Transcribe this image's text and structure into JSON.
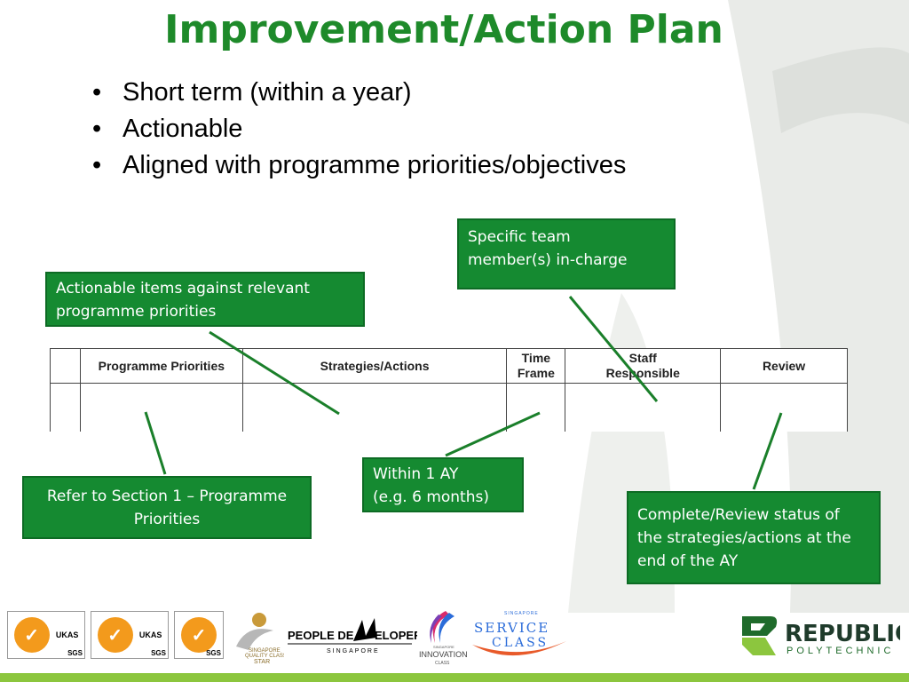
{
  "title": "Improvement/Action Plan",
  "bullets": [
    "Short term (within a year)",
    "Actionable",
    "Aligned with programme priorities/objectives"
  ],
  "callouts": {
    "specific_team": [
      "Specific team",
      "member(s) in-charge"
    ],
    "actionable_items": [
      "Actionable items against relevant",
      "programme priorities"
    ],
    "refer_section": [
      "Refer to Section 1 – Programme",
      "Priorities"
    ],
    "within_ay": [
      "Within 1 AY",
      "(e.g. 6 months)"
    ],
    "complete_review": [
      "Complete/Review status of",
      "the strategies/actions at the",
      "end of the AY"
    ]
  },
  "table": {
    "headers": [
      "",
      "Programme Priorities",
      "Strategies/Actions",
      "Time\nFrame",
      "Staff\nResponsible",
      "Review"
    ]
  },
  "logos": {
    "cert_labels": [
      "SGS",
      "UKAS"
    ],
    "quality_class": [
      "SINGAPORE",
      "QUALITY CLASS",
      "STAR"
    ],
    "people_developer": [
      "PEOPLE DE",
      "ELOPER",
      "SINGAPORE"
    ],
    "innovation_class": [
      "SINGAPORE",
      "INNOVATION",
      "CLASS"
    ],
    "service_class": [
      "SINGAPORE",
      "SERVICE",
      "CLASS"
    ],
    "republic": [
      "REPUBLIC",
      "POLYTECHNIC"
    ]
  },
  "colors": {
    "title_green": "#1e8a2a",
    "callout_green": "#158a31",
    "connector_green": "#1a7f2a",
    "bottom_bar": "#8cc63e"
  }
}
